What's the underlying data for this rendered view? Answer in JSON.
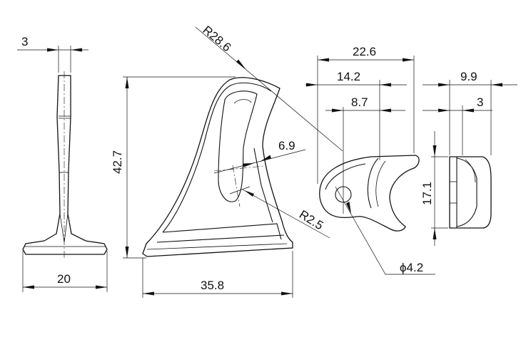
{
  "dimensions": {
    "side_thickness": "3",
    "side_width": "20",
    "front_height": "42.7",
    "front_width": "35.8",
    "big_radius": "R28.6",
    "slot_width": "6.9",
    "small_radius": "R2.5",
    "top_width_total": "22.6",
    "top_width_mid": "14.2",
    "top_width_inner": "8.7",
    "hole_diameter": "ϕ4.2",
    "end_depth": "9.9",
    "end_inner": "3",
    "end_height": "17.1"
  },
  "colors": {
    "line": "#111111",
    "background": "#ffffff"
  }
}
